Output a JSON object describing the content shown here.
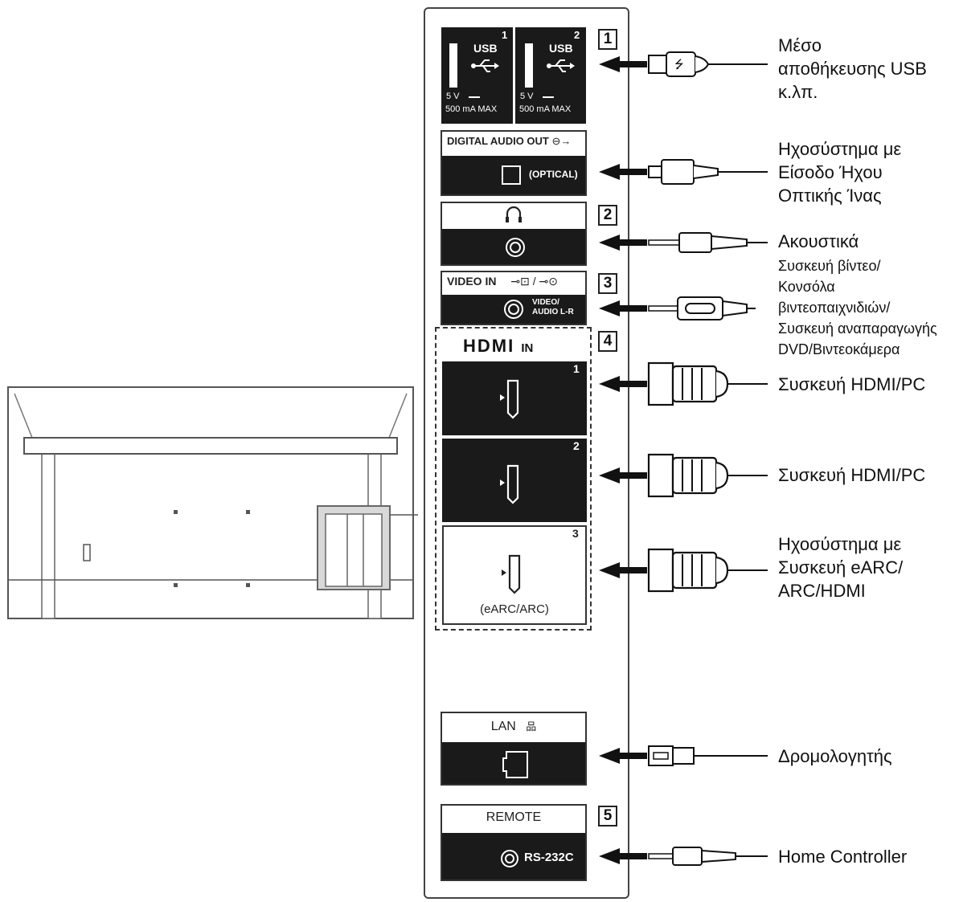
{
  "panel": {
    "usb": {
      "ports": [
        {
          "number": "1",
          "label": "USB",
          "power": "5 V",
          "current": "500 mA MAX"
        },
        {
          "number": "2",
          "label": "USB",
          "power": "5 V",
          "current": "500 mA MAX"
        }
      ]
    },
    "digital_audio": {
      "title": "DIGITAL AUDIO OUT",
      "sub": "(OPTICAL)"
    },
    "headphone": {
      "symbol": "Ω"
    },
    "video_in": {
      "title": "VIDEO IN",
      "sub_line1": "VIDEO/",
      "sub_line2": "AUDIO L-R"
    },
    "hdmi": {
      "logo": "HDMI",
      "in": "IN",
      "ports": [
        {
          "number": "1"
        },
        {
          "number": "2"
        },
        {
          "number": "3",
          "sub": "(eARC/ARC)"
        }
      ]
    },
    "lan": {
      "title": "LAN"
    },
    "remote": {
      "title": "REMOTE",
      "sub": "RS-232C"
    }
  },
  "section_numbers": [
    "1",
    "2",
    "3",
    "4",
    "5"
  ],
  "labels": {
    "usb_storage": [
      "Μέσο",
      "αποθήκευσης USB",
      "κ.λπ."
    ],
    "optical_audio": [
      "Ηχοσύστημα με",
      "Είσοδο Ήχου",
      "Οπτικής Ίνας"
    ],
    "headphones": [
      "Ακουστικά"
    ],
    "video_device": [
      "Συσκευή βίντεο/",
      "Κονσόλα",
      "βιντεοπαιχνιδιών/",
      "Συσκευή αναπαραγωγής",
      "DVD/Βιντεοκάμερα"
    ],
    "hdmi_pc_1": [
      "Συσκευή HDMI/PC"
    ],
    "hdmi_pc_2": [
      "Συσκευή HDMI/PC"
    ],
    "earc": [
      "Ηχοσύστημα με",
      "Συσκευή eARC/",
      "ARC/HDMI"
    ],
    "router": [
      "Δρομολογητής"
    ],
    "home_controller": [
      "Home Controller"
    ]
  }
}
